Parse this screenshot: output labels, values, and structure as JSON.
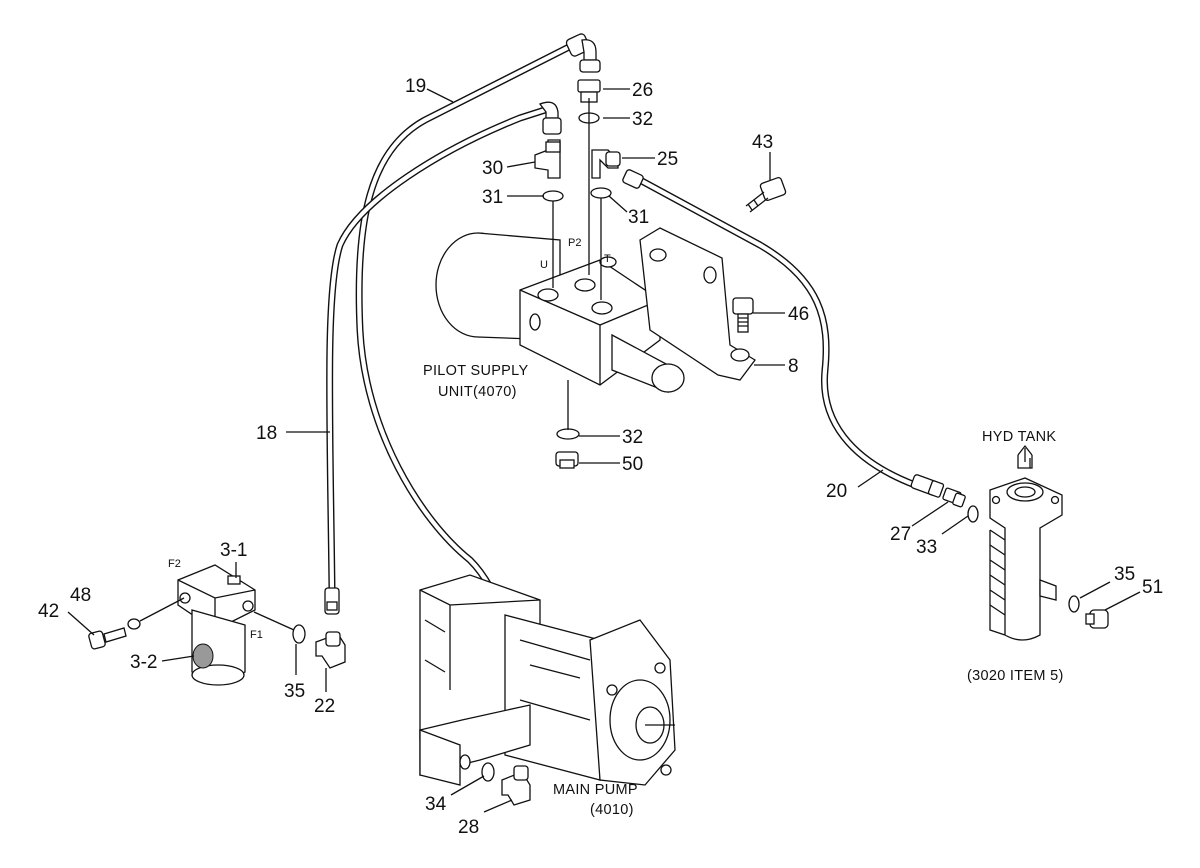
{
  "diagram": {
    "captions": {
      "pilot_supply_line1": "PILOT SUPPLY",
      "pilot_supply_line2": "UNIT(4070)",
      "main_pump_line1": "MAIN PUMP",
      "main_pump_line2": "(4010)",
      "hyd_tank": "HYD TANK",
      "tank_item": "(3020 ITEM 5)"
    },
    "ports": {
      "u": "U",
      "p2": "P2",
      "t": "T",
      "f1": "F1",
      "f2": "F2"
    },
    "callouts": {
      "c19": "19",
      "c26": "26",
      "c32_top": "32",
      "c25": "25",
      "c30": "30",
      "c43": "43",
      "c31_left": "31",
      "c31_right": "31",
      "c46": "46",
      "c8": "8",
      "c18": "18",
      "c32_bottom": "32",
      "c50": "50",
      "c20": "20",
      "c27": "27",
      "c33": "33",
      "c3_1": "3-1",
      "c48": "48",
      "c42": "42",
      "c3_2": "3-2",
      "c35_left": "35",
      "c22": "22",
      "c35_right": "35",
      "c51": "51",
      "c34": "34",
      "c28": "28"
    }
  }
}
